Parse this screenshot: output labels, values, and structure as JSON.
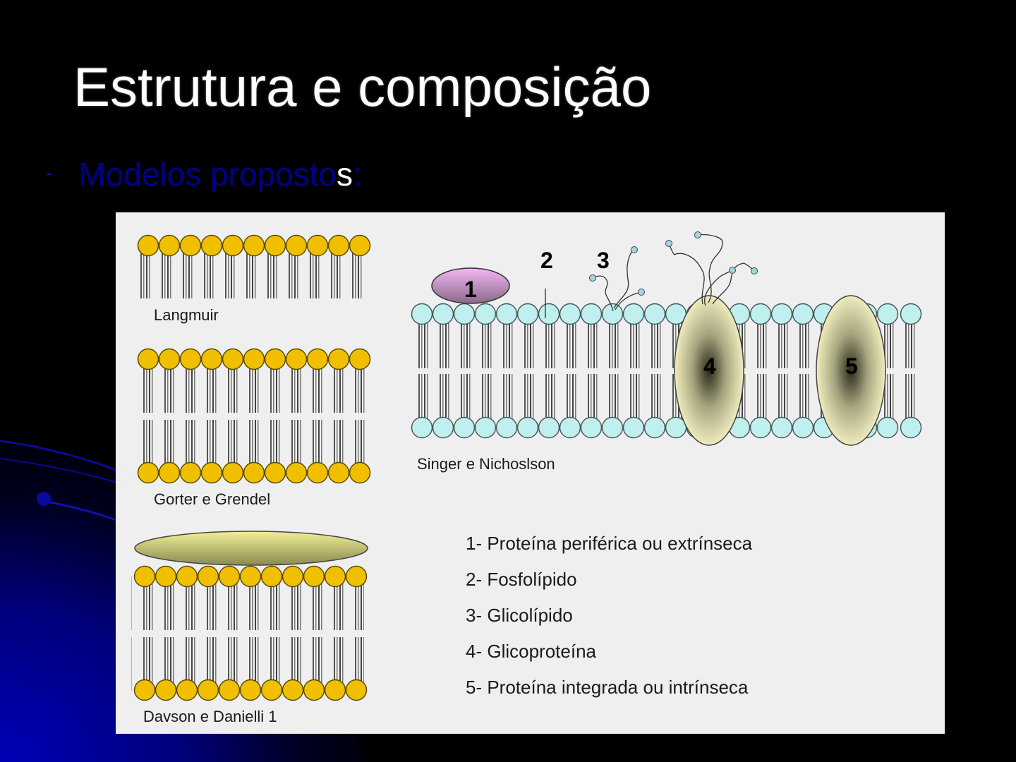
{
  "slide": {
    "title": "Estrutura e composição",
    "bullet_marker": "-",
    "bullet_text": "Modelos proposto",
    "bullet_highlight": "s",
    "bullet_end": ":"
  },
  "colors": {
    "background": "#000000",
    "swoosh_blue": "#0000a0",
    "bullet_text": "#00008f",
    "panel_bg": "#efefef",
    "head_gold": "#f0c000",
    "head_cyan": "#bff0ef",
    "peripheral_protein": "#d8a8d8",
    "integral_protein": "#eeecb8",
    "davson_protein": "#d8d888"
  },
  "diagram": {
    "models": [
      {
        "id": "langmuir",
        "label": "Langmuir",
        "layers": "monolayer",
        "heads": 11
      },
      {
        "id": "gorter-grendel",
        "label": "Gorter e Grendel",
        "layers": "bilayer",
        "heads": 11
      },
      {
        "id": "davson-danielli",
        "label": "Davson e Danielli 1",
        "layers": "bilayer-with-protein-coat",
        "heads": 11
      },
      {
        "id": "singer-nicolson",
        "label": "Singer e Nichoslson",
        "layers": "fluid-mosaic",
        "heads": 24
      }
    ],
    "markers": [
      "1",
      "2",
      "3",
      "4",
      "5"
    ],
    "legend": [
      "1- Proteína periférica ou extrínseca",
      "2- Fosfolípido",
      "3- Glicolípido",
      "4- Glicoproteína",
      "5- Proteína integrada ou intrínseca"
    ]
  }
}
